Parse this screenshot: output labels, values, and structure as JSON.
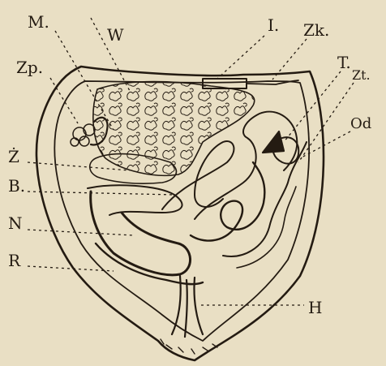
{
  "labels": {
    "M": "M.",
    "W": "W",
    "I": "I.",
    "Zk": "Zk.",
    "Zp": "Zp.",
    "T": "T.",
    "Zt": "Zt.",
    "Od": "Od",
    "Z": "Ż",
    "B": "B.",
    "N": "N",
    "R": "R",
    "H": "H"
  },
  "colors": {
    "paper": "#e9dfc4",
    "ink": "#241b12"
  }
}
